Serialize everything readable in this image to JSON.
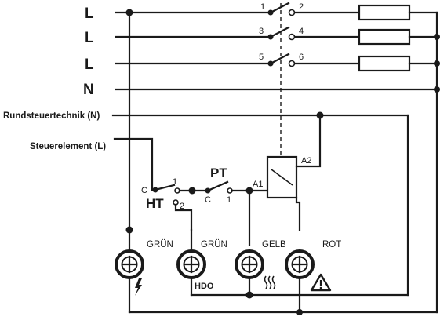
{
  "lines": {
    "l1": "L",
    "l2": "L",
    "l3": "L",
    "n": "N"
  },
  "inputs": {
    "ripple_control": "Rundsteuertechnik (N)",
    "control_element": "Steuerelement (L)"
  },
  "main_contactor": {
    "terminals": [
      "1",
      "2",
      "3",
      "4",
      "5",
      "6"
    ]
  },
  "switches": {
    "ht_label": "HT",
    "ht_common": "C",
    "ht_out1": "1",
    "ht_out2": "2",
    "pt_label": "PT",
    "pt_common": "C",
    "pt_out1": "1"
  },
  "coil": {
    "a1": "A1",
    "a2": "A2"
  },
  "lamps": {
    "green1": "GRÜN",
    "green2": "GRÜN",
    "yellow": "GELB",
    "red": "ROT",
    "hdo": "HDO"
  },
  "colors": {
    "ink": "#1a1a1a",
    "background": "#ffffff"
  }
}
